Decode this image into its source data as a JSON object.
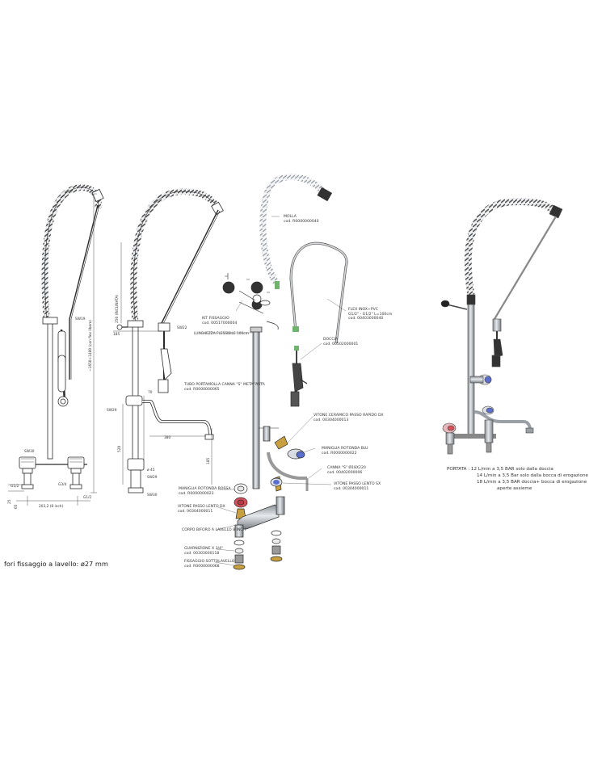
{
  "note": "fori fissaggio a lavello: ø27 mm",
  "dimensions": {
    "sw19": "SW19",
    "height_total": "~1650÷1480 (con flex libero)",
    "length_flex": "LUNGHEZZA FLESSIBILE 100cm",
    "inclinata": "250 (INCLINATA)",
    "d185": "185",
    "d70": "70",
    "sw22": "SW22",
    "sw29_a": "SW29",
    "sw29_b": "SW29",
    "d380": "380",
    "d520": "520",
    "d185b": "185",
    "d45": "ø 45",
    "sw30_a": "SW30",
    "sw30_b": "SW30",
    "g12a": "G1/2",
    "g34": "G3/4",
    "g12b": "G1/2",
    "d203": "203,2 (8 inch)",
    "d25": "25",
    "d65": "65"
  },
  "parts": [
    {
      "id": "molla",
      "title": "MOLLA",
      "code": "cod. R0000000040"
    },
    {
      "id": "kit",
      "title": "KIT FISSAGGIO",
      "code": "cod. 00517000004"
    },
    {
      "id": "flex",
      "title": "FLEX INOX+PVC",
      "code": "G1/2\" - G1/2\" L=100cm cod. 00403000040"
    },
    {
      "id": "doccia",
      "title": "DOCCIA",
      "code": "cod. 00502000001"
    },
    {
      "id": "tubo",
      "title": "TUBO PORTAMOLLA CANNA \"S\" META' ASTA",
      "code": "cod. R0000000065"
    },
    {
      "id": "vitone_rapido",
      "title": "VITONE CERAMICO PASSO RAPIDO DX",
      "code": "cod. 00304000013"
    },
    {
      "id": "maniglia_blu",
      "title": "MANIGLIA ROTONDA BLU",
      "code": "cod. R0000000022"
    },
    {
      "id": "canna",
      "title": "CANNA \"S\" ø18x220",
      "code": "cod. 00402000006"
    },
    {
      "id": "maniglia_rossa",
      "title": "MANIGLIA ROTONDA ROSSA",
      "code": "cod. R0000000023"
    },
    {
      "id": "vitone_dx",
      "title": "VITONE PASSO LENTO DX",
      "code": "cod. 00304000011"
    },
    {
      "id": "vitone_sx",
      "title": "VITONE PASSO LENTO SX",
      "code": "cod. 00304000011"
    },
    {
      "id": "corpo",
      "title": "CORPO BIFORO A LAVELLO 8 inch",
      "code": ""
    },
    {
      "id": "guarnizione",
      "title": "GUARNIZIONE x 3/4\"",
      "code": "cod. 00303000118"
    },
    {
      "id": "fissaggio",
      "title": "FISSAGGIO SOTTOLAVELLO",
      "code": "cod. R0000000068"
    }
  ],
  "portata": {
    "label": "PORTATA :",
    "rows": [
      "12 L/min a 3,5 BAR solo dalla doccia",
      "14 L/min a 3,5 Bar solo dalla bocca di erogazione",
      "18 L/min a 3,5 BAR doccia+ bocca di erogazione",
      "aperte assieme"
    ]
  },
  "colors": {
    "line": "#2a2a2a",
    "chrome": "#b9bec3",
    "chrome_dark": "#7c8288",
    "hot": "#d8505a",
    "cold": "#5a6fd0",
    "brass": "#c8a040"
  }
}
